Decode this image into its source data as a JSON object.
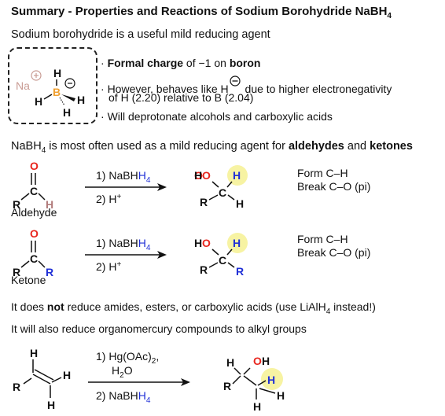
{
  "title": {
    "main": "Summary - Properties and Reactions of Sodium Borohydride NaBH",
    "sub": "4"
  },
  "intro": "Sodium borohydride is a useful mild reducing agent",
  "structure": {
    "na": "Na",
    "plus": "⊕",
    "minus": "⊖",
    "boron": "B",
    "h": "H"
  },
  "bullets": {
    "b1_strong": "Formal charge",
    "b1_mid": " of −1 on ",
    "b1_boron": "boron",
    "b2_pre": "However, behaves like H",
    "b2_post": " due to higher electronegativity",
    "b2_line2": "of H (2.20) relative to B (2.04)",
    "b3": "Will deprotonate alcohols and carboxylic acids"
  },
  "most_used": {
    "pre": "NaBH",
    "sub": "4",
    "mid": " is most often used as a mild reducing agent for ",
    "ald": "aldehydes",
    "and": " and ",
    "ket": "ketones"
  },
  "aldehyde_rxn": {
    "label": "Aldehyde",
    "step1_pre": "1) NaBH",
    "step1_h": "H",
    "step1_sub": "4",
    "step2": "2) H",
    "step2_sup": "+",
    "note": "Form C–H\nBreak C–O (pi)"
  },
  "ketone_rxn": {
    "label": "Ketone",
    "step1_pre": "1) NaBH",
    "step1_h": "H",
    "step1_sub": "4",
    "step2": "2) H",
    "step2_sup": "+",
    "note": "Form C–H\nBreak C–O (pi)"
  },
  "atoms": {
    "O": "O",
    "C": "C",
    "R": "R",
    "H": "H",
    "HO": "HO",
    "OH": "OH"
  },
  "not_reduce": {
    "pre": "It does ",
    "not": "not",
    "post": " reduce amides, esters, or carboxylic acids (use LiAlH",
    "sub": "4",
    "end": " instead!)"
  },
  "organomercury": "It will also reduce organomercury compounds to alkyl groups",
  "hg_rxn": {
    "step1": "1) Hg(OAc)",
    "step1_sub": "2",
    "step1_end": ",",
    "water": "H",
    "water_sub": "2",
    "water_end": "O",
    "step2_pre": "2) NaBH",
    "step2_h": "H",
    "step2_sub": "4"
  },
  "colors": {
    "oxygen": "#e8251d",
    "hydride": "#1f2fd6",
    "highlight": "#f7f3a3",
    "boron": "#f0a030",
    "na": "#c99c94",
    "ald_h": "#b07a7a"
  }
}
